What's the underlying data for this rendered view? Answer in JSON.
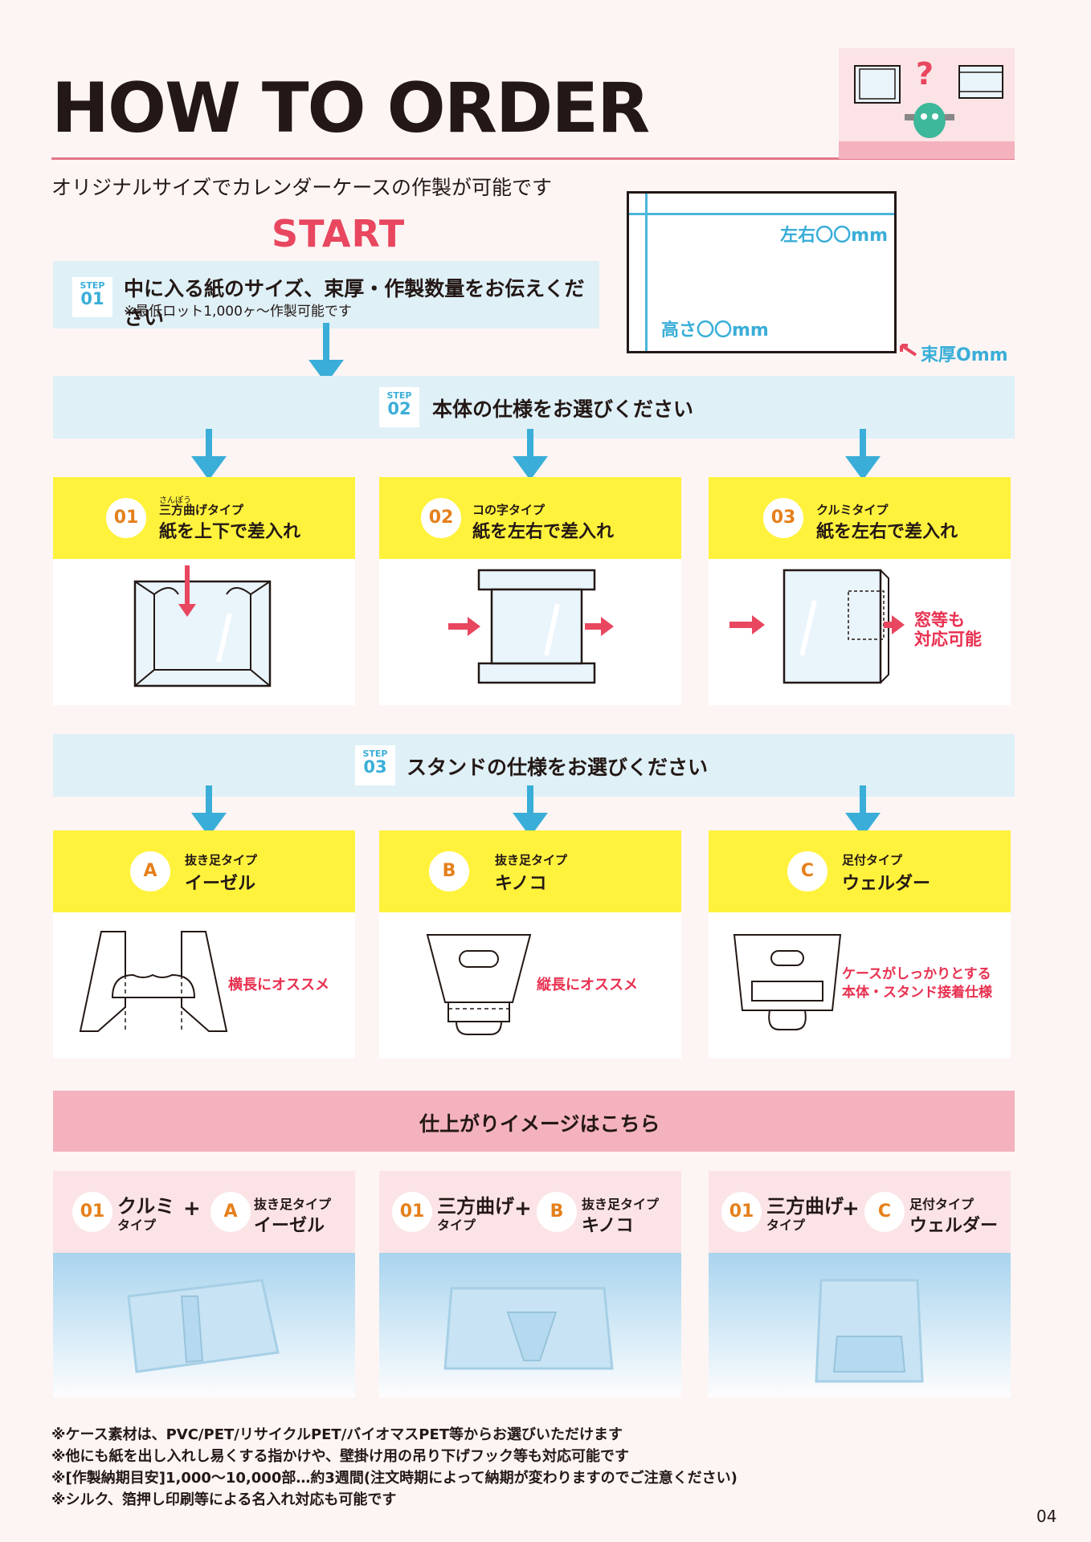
{
  "header": {
    "title": "HOW TO ORDER",
    "subtitle": "オリジナルサイズでカレンダーケースの作製が可能です",
    "start": "START",
    "page_number": "04"
  },
  "dimension_diagram": {
    "width_label": "左右〇〇mm",
    "height_label": "高さ〇〇mm",
    "thickness_label": "束厚Omm"
  },
  "step1": {
    "step_word": "STEP",
    "step_no": "01",
    "text": "中に入る紙のサイズ、束厚・作製数量をお伝えください",
    "note": "※最低ロット1,000ヶ〜作製可能です"
  },
  "step2": {
    "step_word": "STEP",
    "step_no": "02",
    "text": "本体の仕様をお選びください",
    "options": [
      {
        "num": "01",
        "ruby": "さんぽう",
        "type": "三方曲げタイプ",
        "desc": "紙を上下で差入れ"
      },
      {
        "num": "02",
        "ruby": "",
        "type": "コの字タイプ",
        "desc": "紙を左右で差入れ"
      },
      {
        "num": "03",
        "ruby": "",
        "type": "クルミタイプ",
        "desc": "紙を左右で差入れ"
      }
    ],
    "window_note": [
      "窓等も",
      "対応可能"
    ]
  },
  "step3": {
    "step_word": "STEP",
    "step_no": "03",
    "text": "スタンドの仕様をお選びください",
    "options": [
      {
        "num": "A",
        "type": "抜き足タイプ",
        "desc": "イーゼル",
        "note": [
          "横長にオススメ"
        ]
      },
      {
        "num": "B",
        "type": "抜き足タイプ",
        "desc": "キノコ",
        "note": [
          "縦長にオススメ"
        ]
      },
      {
        "num": "C",
        "type": "足付タイプ",
        "desc": "ウェルダー",
        "note": [
          "ケースがしっかりとする",
          "本体・スタンド接着仕様"
        ]
      }
    ]
  },
  "finish": {
    "bar_text": "仕上がりイメージはこちら",
    "plus": "+",
    "combos": [
      {
        "body_num": "01",
        "body_main": "クルミ",
        "body_sub": "タイプ",
        "stand_num": "A",
        "stand_type": "抜き足タイプ",
        "stand_name": "イーゼル"
      },
      {
        "body_num": "01",
        "body_main": "三方曲げ",
        "body_sub": "タイプ",
        "stand_num": "B",
        "stand_type": "抜き足タイプ",
        "stand_name": "キノコ"
      },
      {
        "body_num": "01",
        "body_main": "三方曲げ",
        "body_sub": "タイプ",
        "stand_num": "C",
        "stand_type": "足付タイプ",
        "stand_name": "ウェルダー"
      }
    ]
  },
  "footnotes": [
    "※ケース素材は、PVC/PET/リサイクルPET/バイオマスPET等からお選びいただけます",
    "※他にも紙を出し入れし易くする指かけや、壁掛け用の吊り下げフック等も対応可能です",
    "※[作製納期目安]1,000〜10,000部…約3週間(注文時期によって納期が変わりますのでご注意ください)",
    "※シルク、箔押し印刷等による名入れ対応も可能です"
  ],
  "colors": {
    "accent_red": "#e8475f",
    "blue": "#3aaed8",
    "yellow": "#fff23d",
    "pink": "#f4b2bf"
  }
}
